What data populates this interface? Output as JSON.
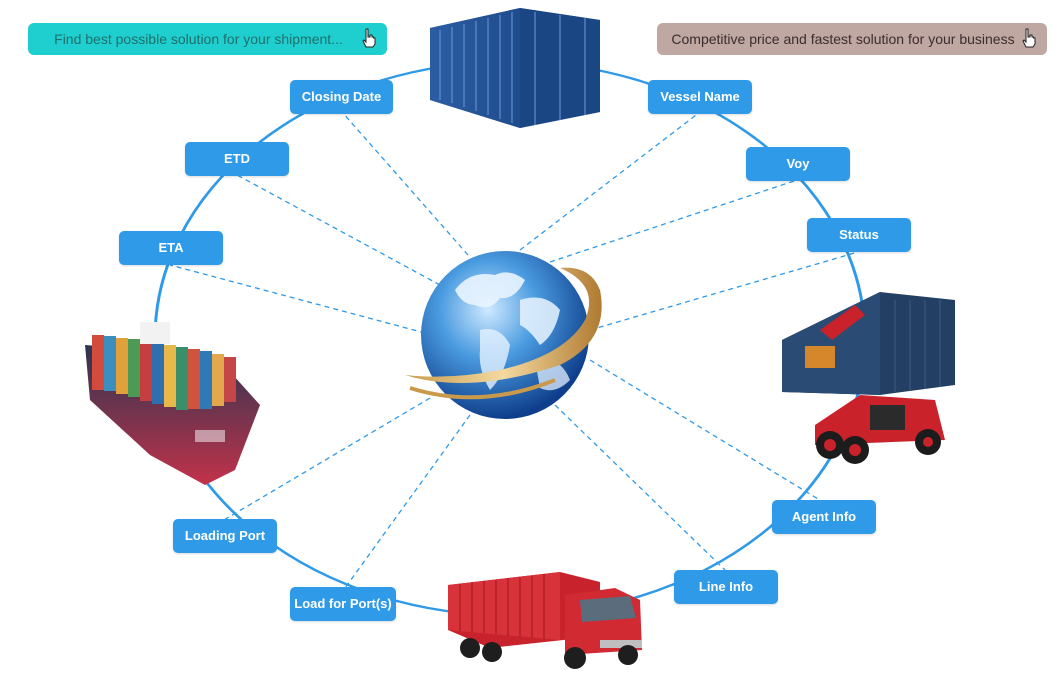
{
  "banners": {
    "left_text": "Find best possible solution for your shipment...",
    "right_text": "Competitive price and fastest solution for your business",
    "left_color": "#1fcfd0",
    "right_color": "#bfa7a2"
  },
  "nodes": [
    {
      "id": "closing-date",
      "label": "Closing Date"
    },
    {
      "id": "vessel-name",
      "label": "Vessel Name"
    },
    {
      "id": "etd",
      "label": "ETD"
    },
    {
      "id": "voy",
      "label": "Voy"
    },
    {
      "id": "eta",
      "label": "ETA"
    },
    {
      "id": "status",
      "label": "Status"
    },
    {
      "id": "agent-info",
      "label": "Agent Info"
    },
    {
      "id": "loading-port",
      "label": "Loading Port"
    },
    {
      "id": "line-info",
      "label": "Line Info"
    },
    {
      "id": "load-for-ports",
      "label": "Load for Port(s)"
    }
  ],
  "colors": {
    "accent": "#2f9ae8",
    "ring": "#2f9ae8",
    "container_blue": "#2f63a8",
    "truck_red": "#d22a33",
    "globe": "#3f8fd8"
  }
}
